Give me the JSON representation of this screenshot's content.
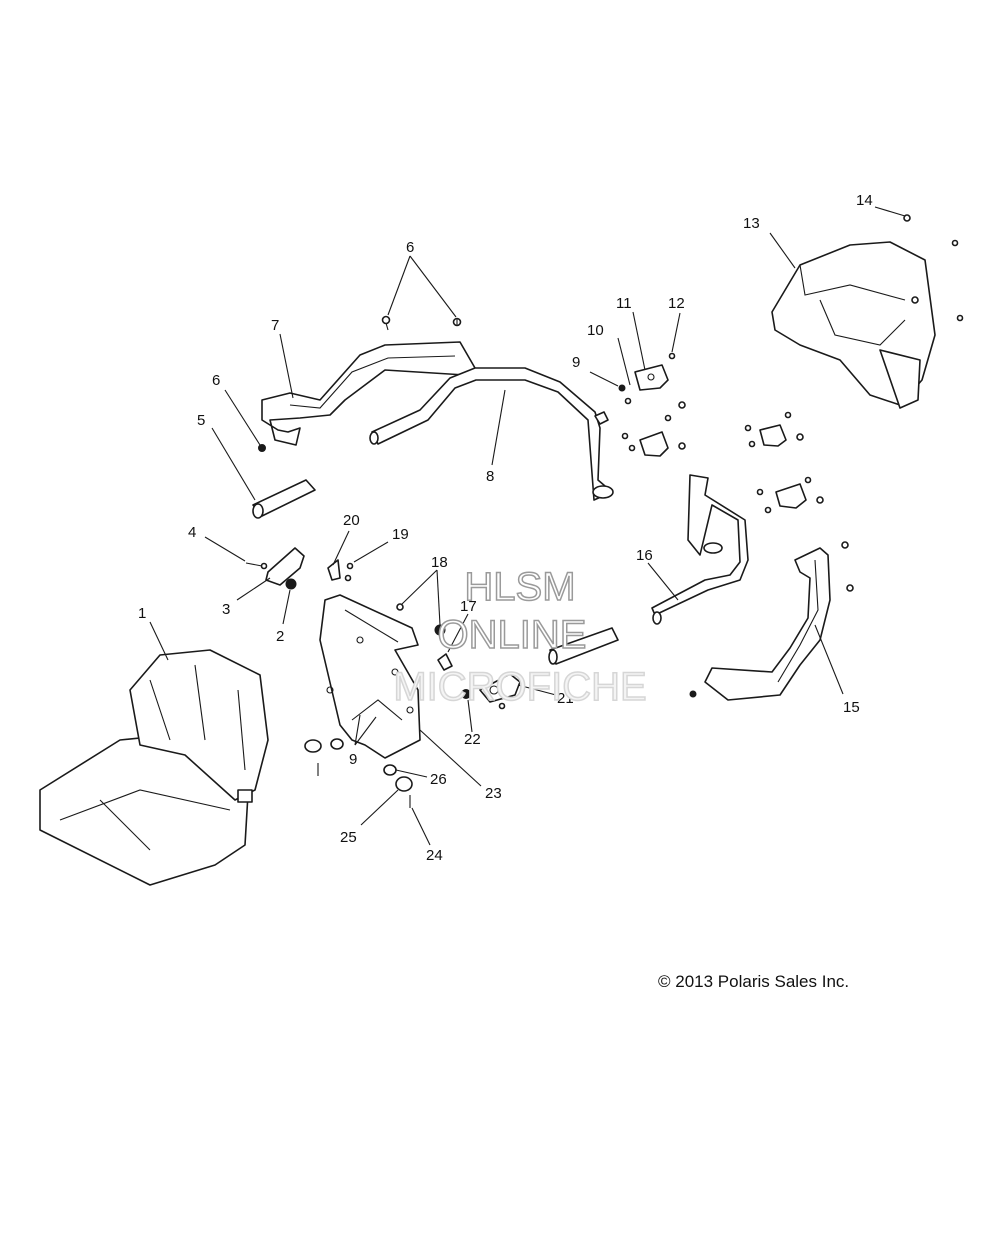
{
  "callouts": [
    "1",
    "2",
    "3",
    "4",
    "5",
    "6",
    "6",
    "7",
    "8",
    "9",
    "9",
    "10",
    "11",
    "12",
    "13",
    "14",
    "15",
    "16",
    "17",
    "18",
    "19",
    "20",
    "21",
    "22",
    "23",
    "24",
    "25",
    "26"
  ],
  "watermark": {
    "line1": "HLSM",
    "line2": "ONLINE",
    "line3": "MICROFICHE"
  },
  "copyright": "© 2013 Polaris Sales Inc."
}
